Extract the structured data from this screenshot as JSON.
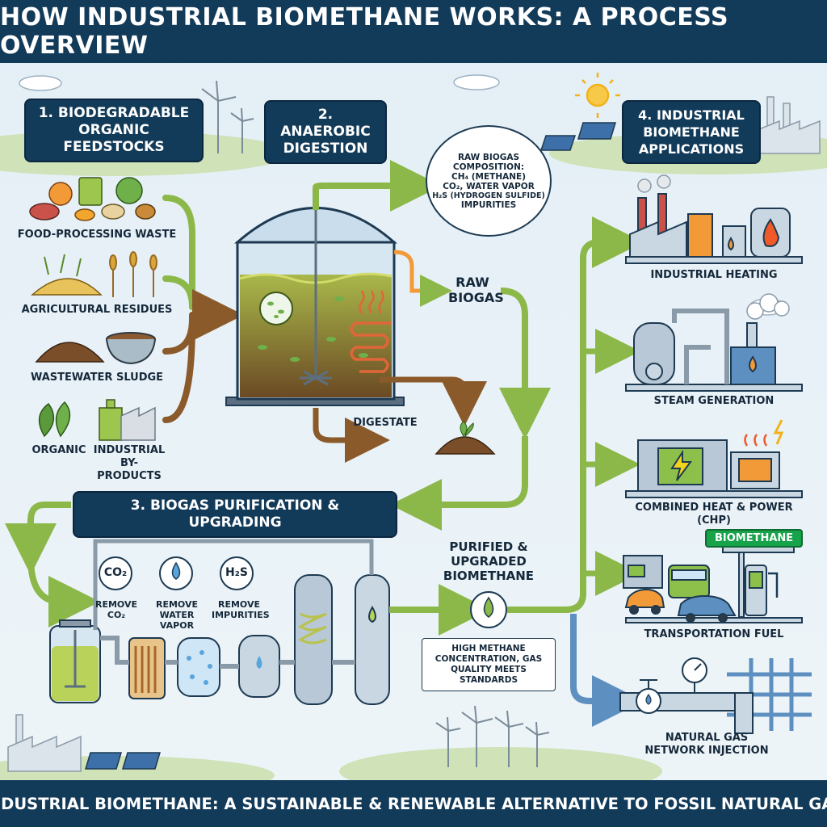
{
  "title": "HOW INDUSTRIAL BIOMETHANE WORKS: A PROCESS OVERVIEW",
  "footer": "INDUSTRIAL BIOMETHANE: A SUSTAINABLE & RENEWABLE ALTERNATIVE TO FOSSIL NATURAL GAS",
  "steps": {
    "feedstocks": "1. BIODEGRADABLE ORGANIC FEEDSTOCKS",
    "digestion": "2. ANAEROBIC DIGESTION",
    "purification": "3. BIOGAS PURIFICATION & UPGRADING",
    "applications": "4. INDUSTRIAL BIOMETHANE APPLICATIONS"
  },
  "feedstocks": {
    "food": "FOOD-PROCESSING WASTE",
    "agri": "AGRICULTURAL RESIDUES",
    "sludge": "WASTEWATER SLUDGE",
    "organic": "ORGANIC",
    "byproducts": "INDUSTRIAL BY-PRODUCTS"
  },
  "composition": {
    "title": "RAW BIOGAS COMPOSITION:",
    "line1": "CH₄ (METHANE)",
    "line2": "CO₂, WATER VAPOR",
    "line3": "H₂S (HYDROGEN SULFIDE)",
    "line4": "IMPURITIES"
  },
  "raw_biogas": "RAW BIOGAS",
  "digestate": "DIGESTATE",
  "removals": {
    "co2_symbol": "CO₂",
    "co2": "REMOVE CO₂",
    "water": "REMOVE WATER VAPOR",
    "h2s_symbol": "H₂S",
    "impurities": "REMOVE IMPURITIES"
  },
  "purified": "PURIFIED & UPGRADED BIOMETHANE",
  "quality_note": "HIGH METHANE CONCENTRATION, GAS QUALITY MEETS STANDARDS",
  "applications": {
    "heating": "INDUSTRIAL HEATING",
    "steam": "STEAM GENERATION",
    "chp": "COMBINED HEAT & POWER (CHP)",
    "transport": "TRANSPORTATION FUEL",
    "network": "NATURAL GAS NETWORK INJECTION",
    "station_sign": "BIOMETHANE"
  },
  "colors": {
    "navy": "#123a59",
    "green_arrow": "#8cb84a",
    "brown_arrow": "#8a5a2b",
    "blue_arrow": "#5d8fc0"
  }
}
